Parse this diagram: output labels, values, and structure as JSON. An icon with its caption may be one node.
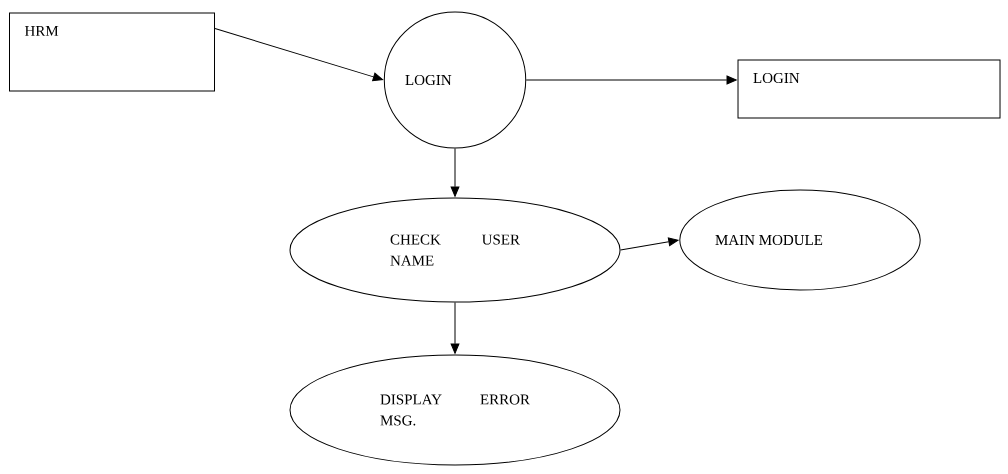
{
  "diagram": {
    "nodes": [
      {
        "text": [
          "HRM"
        ]
      },
      {
        "text": [
          "LOGIN"
        ]
      },
      {
        "text": [
          "LOGIN"
        ]
      },
      {
        "text": [
          "CHECK USER NAME"
        ]
      },
      {
        "text": [
          "MAIN MODULE"
        ]
      },
      {
        "text": [
          "DISPLAY ERROR MSG."
        ]
      }
    ],
    "edges": [
      {
        "from": 0,
        "to": 1,
        "arrow": "to"
      },
      {
        "from": 1,
        "to": 2,
        "arrow": "to"
      },
      {
        "from": 1,
        "to": 3,
        "arrow": "to"
      },
      {
        "from": 3,
        "to": 4,
        "arrow": "to"
      },
      {
        "from": 3,
        "to": 5,
        "arrow": "to"
      }
    ]
  }
}
